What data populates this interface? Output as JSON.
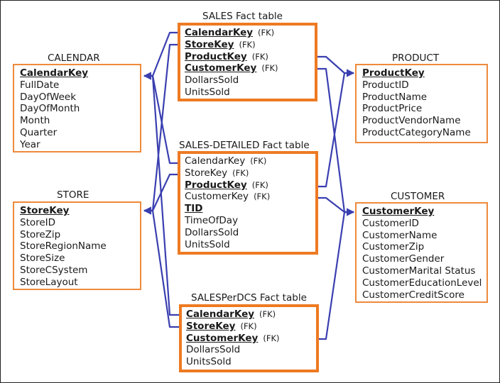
{
  "colors": {
    "table_border": "#ee8a3c",
    "fact_border": "#ee7a22",
    "link": "#3a3fb0"
  },
  "tables": {
    "calendar": {
      "title": "CALENDAR",
      "fields": [
        {
          "name": "CalendarKey",
          "key": true,
          "fk": ""
        },
        {
          "name": "FullDate",
          "key": false,
          "fk": ""
        },
        {
          "name": "DayOfWeek",
          "key": false,
          "fk": ""
        },
        {
          "name": "DayOfMonth",
          "key": false,
          "fk": ""
        },
        {
          "name": "Month",
          "key": false,
          "fk": ""
        },
        {
          "name": "Quarter",
          "key": false,
          "fk": ""
        },
        {
          "name": "Year",
          "key": false,
          "fk": ""
        }
      ]
    },
    "store": {
      "title": "STORE",
      "fields": [
        {
          "name": "StoreKey",
          "key": true,
          "fk": ""
        },
        {
          "name": "StoreID",
          "key": false,
          "fk": ""
        },
        {
          "name": "StoreZip",
          "key": false,
          "fk": ""
        },
        {
          "name": "StoreRegionName",
          "key": false,
          "fk": ""
        },
        {
          "name": "StoreSize",
          "key": false,
          "fk": ""
        },
        {
          "name": "StoreCSystem",
          "key": false,
          "fk": ""
        },
        {
          "name": "StoreLayout",
          "key": false,
          "fk": ""
        }
      ]
    },
    "sales": {
      "title": "SALES Fact table",
      "fields": [
        {
          "name": "CalendarKey",
          "key": true,
          "fk": "(FK)"
        },
        {
          "name": "StoreKey",
          "key": true,
          "fk": "(FK)"
        },
        {
          "name": "ProductKey",
          "key": true,
          "fk": "(FK)"
        },
        {
          "name": "CustomerKey",
          "key": true,
          "fk": "(FK)"
        },
        {
          "name": "DollarsSold",
          "key": false,
          "fk": ""
        },
        {
          "name": "UnitsSold",
          "key": false,
          "fk": ""
        }
      ]
    },
    "sales_detailed": {
      "title": "SALES-DETAILED Fact table",
      "fields": [
        {
          "name": "CalendarKey",
          "key": false,
          "fk": "(FK)"
        },
        {
          "name": "StoreKey",
          "key": false,
          "fk": "(FK)"
        },
        {
          "name": "ProductKey",
          "key": true,
          "fk": "(FK)"
        },
        {
          "name": "CustomerKey",
          "key": false,
          "fk": "(FK)"
        },
        {
          "name": "TID",
          "key": true,
          "fk": ""
        },
        {
          "name": "TimeOfDay",
          "key": false,
          "fk": ""
        },
        {
          "name": "DollarsSold",
          "key": false,
          "fk": ""
        },
        {
          "name": "UnitsSold",
          "key": false,
          "fk": ""
        }
      ]
    },
    "salesperdcs": {
      "title": "SALESPerDCS Fact table",
      "fields": [
        {
          "name": "CalendarKey",
          "key": true,
          "fk": "(FK)"
        },
        {
          "name": "StoreKey",
          "key": true,
          "fk": "(FK)"
        },
        {
          "name": "CustomerKey",
          "key": true,
          "fk": "(FK)"
        },
        {
          "name": "DollarsSold",
          "key": false,
          "fk": ""
        },
        {
          "name": "UnitsSold",
          "key": false,
          "fk": ""
        }
      ]
    },
    "product": {
      "title": "PRODUCT",
      "fields": [
        {
          "name": "ProductKey",
          "key": true,
          "fk": ""
        },
        {
          "name": "ProductID",
          "key": false,
          "fk": ""
        },
        {
          "name": "ProductName",
          "key": false,
          "fk": ""
        },
        {
          "name": "ProductPrice",
          "key": false,
          "fk": ""
        },
        {
          "name": "ProductVendorName",
          "key": false,
          "fk": ""
        },
        {
          "name": "ProductCategoryName",
          "key": false,
          "fk": ""
        }
      ]
    },
    "customer": {
      "title": "CUSTOMER",
      "fields": [
        {
          "name": "CustomerKey",
          "key": true,
          "fk": ""
        },
        {
          "name": "CustomerID",
          "key": false,
          "fk": ""
        },
        {
          "name": "CustomerName",
          "key": false,
          "fk": ""
        },
        {
          "name": "CustomerZip",
          "key": false,
          "fk": ""
        },
        {
          "name": "CustomerGender",
          "key": false,
          "fk": ""
        },
        {
          "name": "CustomerMarital Status",
          "key": false,
          "fk": ""
        },
        {
          "name": "CustomerEducationLevel",
          "key": false,
          "fk": ""
        },
        {
          "name": "CustomerCreditScore",
          "key": false,
          "fk": ""
        }
      ]
    }
  },
  "relationships": [
    {
      "from": "sales",
      "from_field": "CalendarKey",
      "to": "calendar"
    },
    {
      "from": "sales",
      "from_field": "StoreKey",
      "to": "store"
    },
    {
      "from": "sales",
      "from_field": "ProductKey",
      "to": "product"
    },
    {
      "from": "sales",
      "from_field": "CustomerKey",
      "to": "customer"
    },
    {
      "from": "sales_detailed",
      "from_field": "CalendarKey",
      "to": "calendar"
    },
    {
      "from": "sales_detailed",
      "from_field": "StoreKey",
      "to": "store"
    },
    {
      "from": "sales_detailed",
      "from_field": "ProductKey",
      "to": "product"
    },
    {
      "from": "sales_detailed",
      "from_field": "CustomerKey",
      "to": "customer"
    },
    {
      "from": "salesperdcs",
      "from_field": "CalendarKey",
      "to": "calendar"
    },
    {
      "from": "salesperdcs",
      "from_field": "StoreKey",
      "to": "store"
    },
    {
      "from": "salesperdcs",
      "from_field": "CustomerKey",
      "to": "customer"
    }
  ]
}
